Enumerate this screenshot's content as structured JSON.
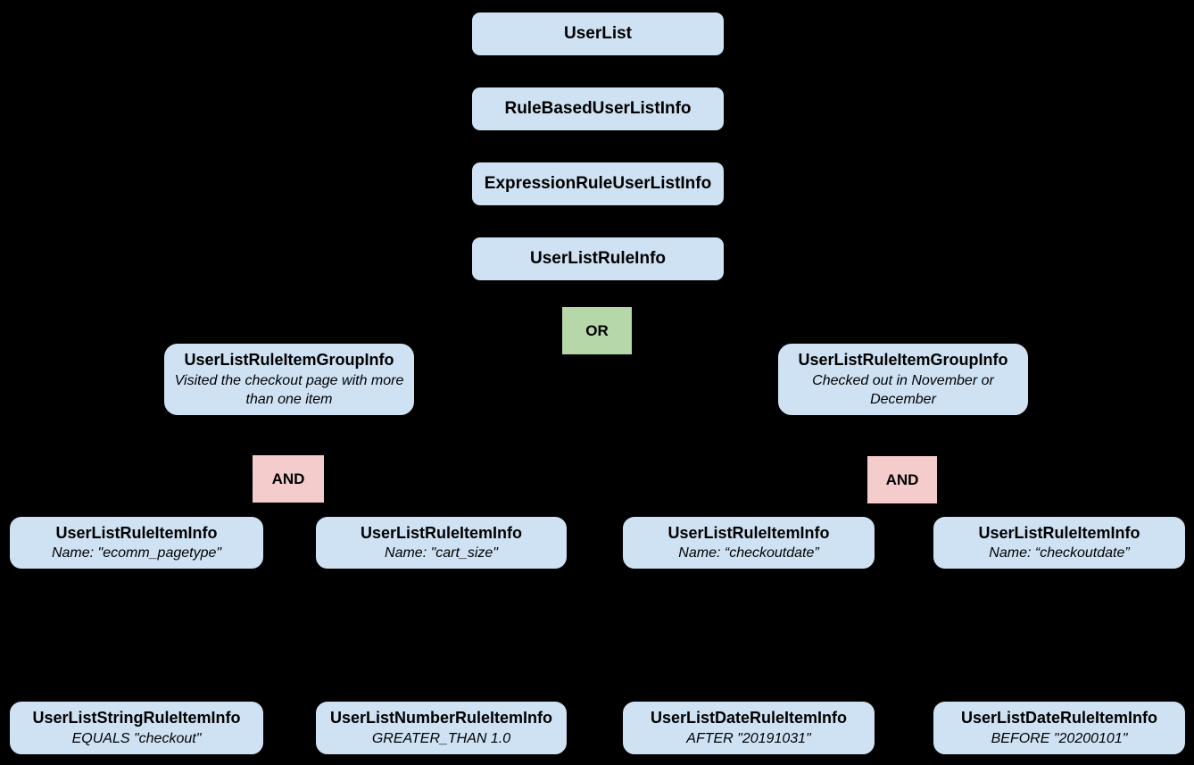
{
  "diagram": {
    "colors": {
      "background": "#000000",
      "node_fill": "#cfe2f3",
      "or_fill": "#b6d7a8",
      "and_fill": "#f4cccc",
      "text": "#000000"
    },
    "chain": {
      "userlist": {
        "label": "UserList"
      },
      "rule_based": {
        "label": "RuleBasedUserListInfo"
      },
      "expression_rule": {
        "label": "ExpressionRuleUserListInfo"
      },
      "userlist_rule": {
        "label": "UserListRuleInfo"
      }
    },
    "or_operator": {
      "label": "OR"
    },
    "groups": {
      "left": {
        "title": "UserListRuleItemGroupInfo",
        "desc": "Visited the checkout page with more than one item",
        "operator": "AND"
      },
      "right": {
        "title": "UserListRuleItemGroupInfo",
        "desc": "Checked out in November or December",
        "operator": "AND"
      }
    },
    "items": [
      {
        "title": "UserListRuleItemInfo",
        "desc": "Name: \"ecomm_pagetype\""
      },
      {
        "title": "UserListRuleItemInfo",
        "desc": "Name: \"cart_size\""
      },
      {
        "title": "UserListRuleItemInfo",
        "desc": "Name: “checkoutdate”"
      },
      {
        "title": "UserListRuleItemInfo",
        "desc": "Name: “checkoutdate”"
      }
    ],
    "leaves": [
      {
        "title": "UserListStringRuleItemInfo",
        "desc": "EQUALS \"checkout\""
      },
      {
        "title": "UserListNumberRuleItemInfo",
        "desc": "GREATER_THAN 1.0"
      },
      {
        "title": "UserListDateRuleItemInfo",
        "desc": "AFTER \"20191031\""
      },
      {
        "title": "UserListDateRuleItemInfo",
        "desc": "BEFORE \"20200101\""
      }
    ]
  }
}
